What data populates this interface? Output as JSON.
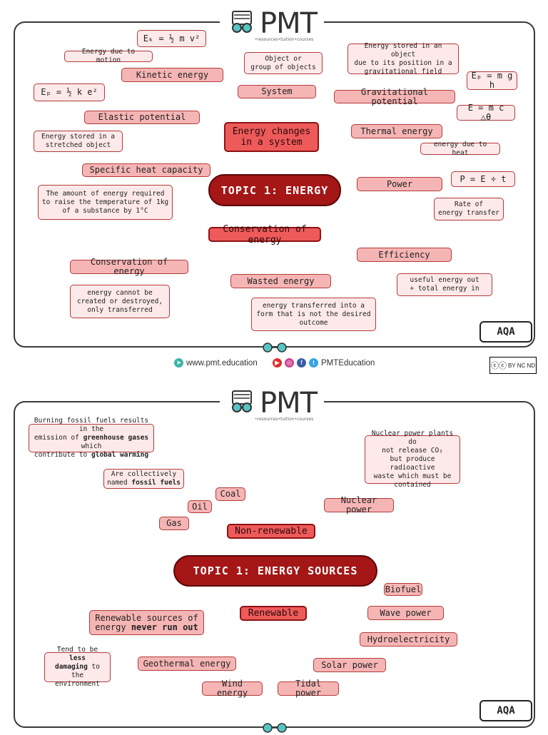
{
  "brand": {
    "name": "PMT",
    "tagline": "•resources•tuition•courses"
  },
  "footer": {
    "website": "www.pmt.education",
    "social": "PMTEducation",
    "license": "BY NC ND"
  },
  "badge": "AQA",
  "energy_map": {
    "topic": "TOPIC 1: ENERGY",
    "central": "Energy changes\nin a system",
    "kinetic": {
      "label": "Kinetic energy",
      "formula": "Eₖ = ½ m v²",
      "note": "Energy due to motion"
    },
    "system": {
      "label": "System",
      "note": "Object or\ngroup of objects"
    },
    "elastic": {
      "label": "Elastic potential",
      "formula": "Eₚ = ½ k e²",
      "note": "Energy stored in a\nstretched object"
    },
    "gravitational": {
      "label": "Gravitational potential",
      "formula": "Eₚ = m g h",
      "note": "Energy stored in an object\ndue to its position in a\ngravitational field"
    },
    "thermal": {
      "label": "Thermal energy",
      "formula": "E = m c △θ",
      "note": "energy due to heat"
    },
    "shc": {
      "label": "Specific heat capacity",
      "note": "The amount of energy required\nto raise the temperature of 1kg\nof a substance by 1°C"
    },
    "power": {
      "label": "Power",
      "formula": "P = E ÷ t",
      "note": "Rate of\nenergy transfer"
    },
    "conservation_central": "Conservation of energy",
    "conservation": {
      "label": "Conservation of energy",
      "note": "energy cannot be\ncreated or destroyed,\nonly transferred"
    },
    "wasted": {
      "label": "Wasted energy",
      "note": "energy transferred into a\nform that is not the desired\noutcome"
    },
    "efficiency": {
      "label": "Efficiency",
      "note": "useful energy out\n÷ total energy in"
    }
  },
  "sources_map": {
    "topic": "TOPIC 1: ENERGY SOURCES",
    "nonrenewable": "Non-renewable",
    "renewable": "Renewable",
    "fossil_note_part1": "Burning fossil fuels results in the\nemission of ",
    "fossil_note_bold1": "greenhouse gases",
    "fossil_note_part2": " which\ncontribute to ",
    "fossil_note_bold2": "global warming",
    "collectively_part1": "Are collectively\nnamed ",
    "collectively_bold": "fossil fuels",
    "coal": "Coal",
    "oil": "Oil",
    "gas": "Gas",
    "nuclear": "Nuclear power",
    "nuclear_note": "Nuclear power plants do\nnot release CO₂\nbut produce radioactive\nwaste which must be\ncontained",
    "renewable_def_part1": "Renewable sources of\nenergy ",
    "renewable_def_bold": "never run out",
    "renewable_note_part1": "Tend to be ",
    "renewable_note_bold": "less\ndamaging",
    "renewable_note_part2": " to the\nenvironment",
    "biofuel": "Biofuel",
    "wave": "Wave power",
    "hydro": "Hydroelectricity",
    "solar": "Solar power",
    "tidal": "Tidal power",
    "wind": "Wind energy",
    "geothermal": "Geothermal energy"
  }
}
